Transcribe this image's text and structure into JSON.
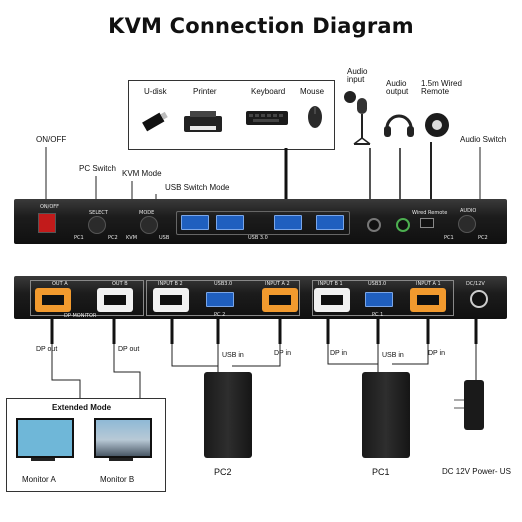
{
  "title": "KVM Connection Diagram",
  "devices": {
    "udisk": "U-disk",
    "printer": "Printer",
    "keyboard": "Keyboard",
    "mouse": "Mouse",
    "audio_input": "Audio\ninput",
    "audio_output": "Audio\noutput",
    "wired_remote": "1.5m Wired\nRemote"
  },
  "callouts": {
    "on_off": "ON/OFF",
    "pc_switch": "PC Switch",
    "kvm_mode": "KVM Mode",
    "usb_switch_mode": "USB Switch Mode",
    "audio_switch": "Audio Switch"
  },
  "front_panel": {
    "on_off": "ON/OFF",
    "select": "SELECT",
    "pc1": "PC1",
    "pc2": "PC2",
    "kvm": "KVM",
    "mode": "MODE",
    "usb": "USB",
    "usb30": "USB 3.0",
    "wired_remote": "Wired Remote",
    "audio": "AUDIO",
    "audio_pc1": "PC1",
    "audio_pc2": "PC2"
  },
  "back_panel": {
    "out_a": "OUT A",
    "out_b": "OUT B",
    "dp_monitor": "DP MONITOR",
    "input_b2": "INPUT B 2",
    "usb30_a": "USB3.0",
    "input_a2": "INPUT A 2",
    "pc2": "PC 2",
    "input_b1": "INPUT B 1",
    "usb30_b": "USB3.0",
    "input_a1": "INPUT A 1",
    "pc1": "PC 1",
    "dc12v": "DC/12V"
  },
  "cables": {
    "dp_out_1": "DP out",
    "dp_out_2": "DP out",
    "usb_in_1": "USB in",
    "dp_in_1": "DP in",
    "dp_in_2": "DP in",
    "usb_in_2": "USB in",
    "dp_in_3": "DP in"
  },
  "extended": {
    "title": "Extended Mode",
    "monitor_a": "Monitor A",
    "monitor_b": "Monitor B"
  },
  "bottom": {
    "pc2": "PC2",
    "pc1": "PC1",
    "power": "DC 12V Power-  US"
  },
  "colors": {
    "hdmi_orange": "#f29a2e",
    "usb_blue": "#1f5fbf",
    "panel": "#1c1c1c"
  }
}
